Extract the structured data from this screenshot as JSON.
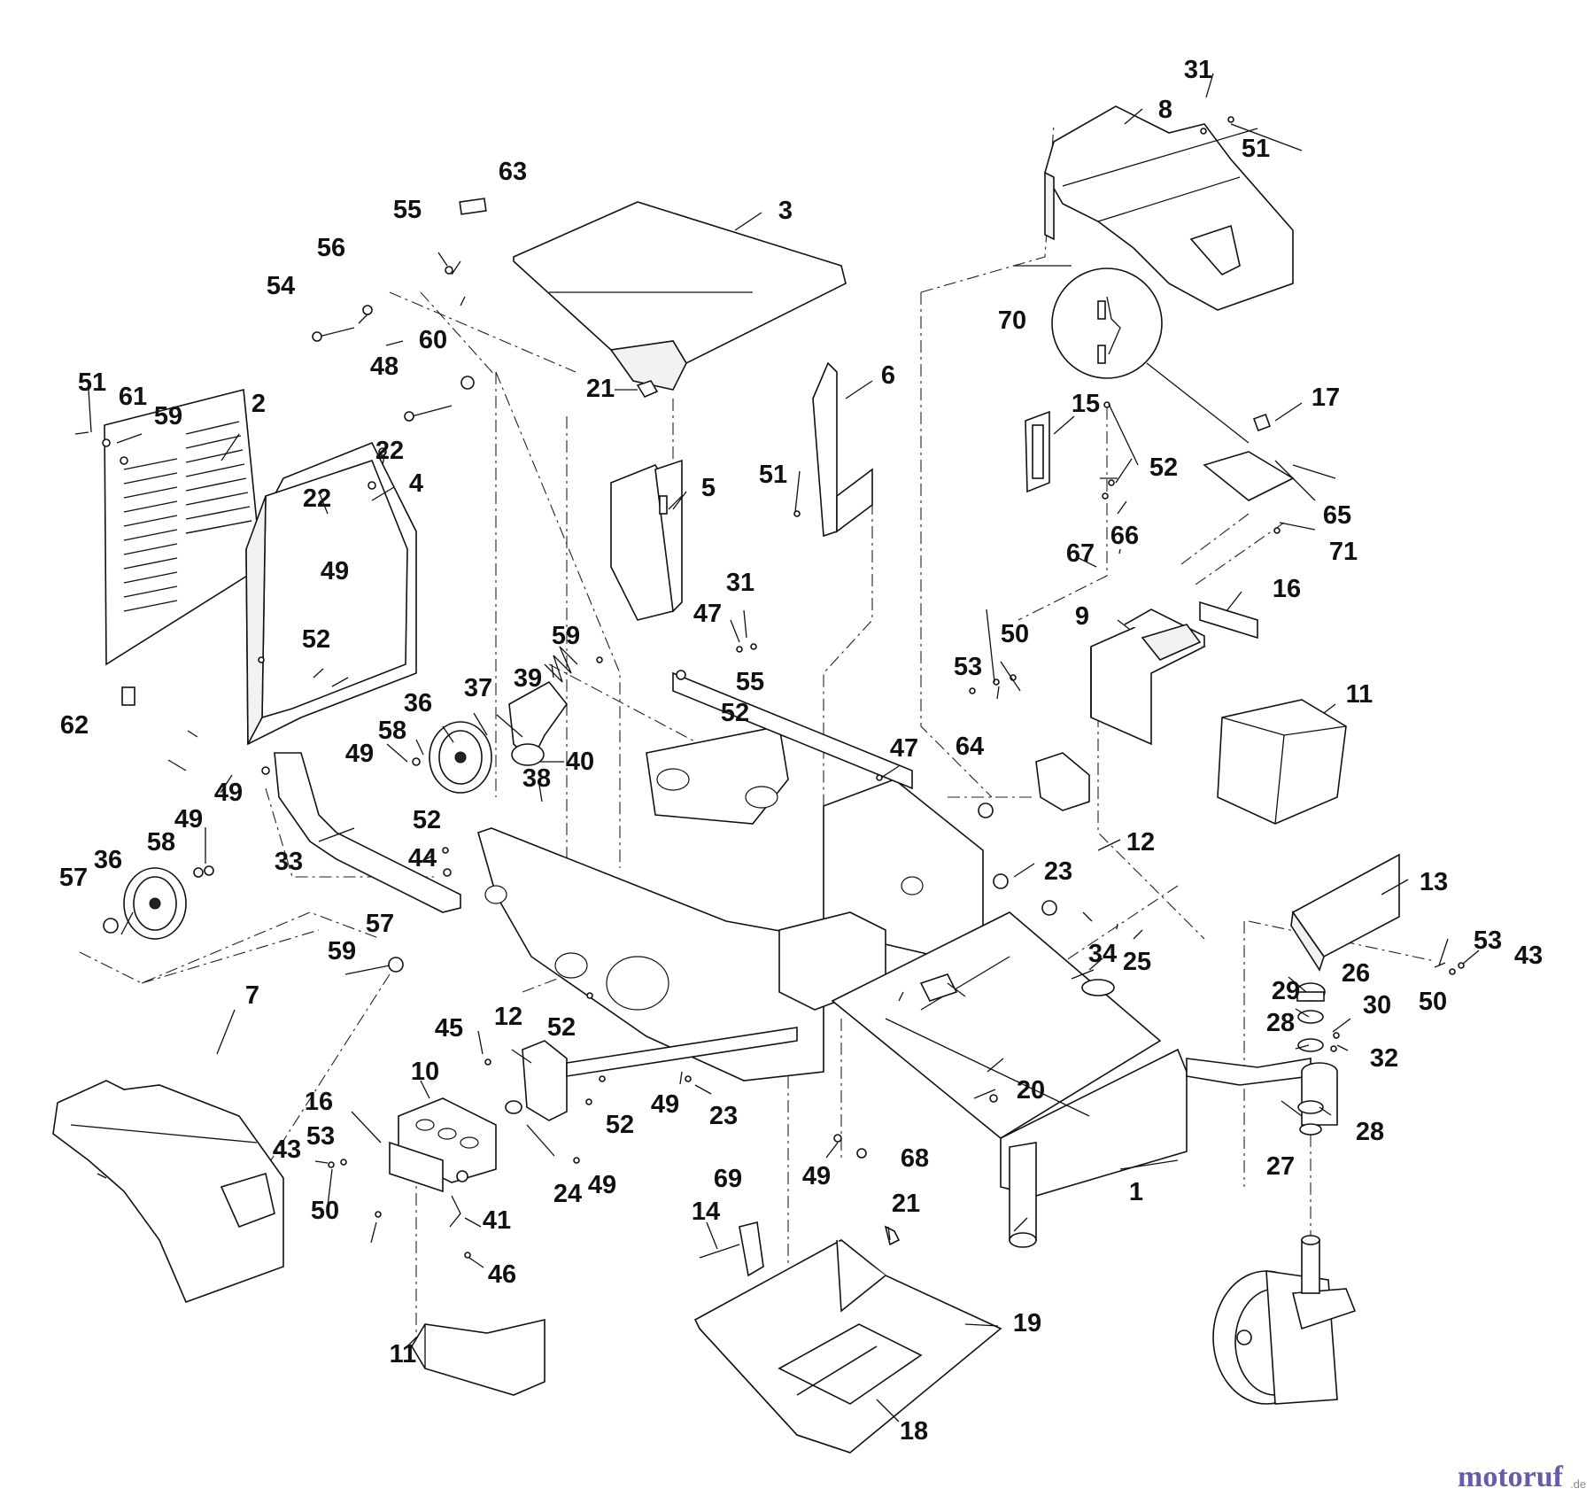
{
  "diagram": {
    "callouts": [
      "1",
      "2",
      "3",
      "4",
      "5",
      "6",
      "7",
      "8",
      "9",
      "10",
      "11",
      "11",
      "12",
      "12",
      "13",
      "14",
      "15",
      "16",
      "16",
      "17",
      "18",
      "19",
      "20",
      "21",
      "21",
      "22",
      "22",
      "23",
      "23",
      "23",
      "24",
      "25",
      "26",
      "27",
      "28",
      "28",
      "29",
      "30",
      "31",
      "31",
      "32",
      "33",
      "34",
      "36",
      "36",
      "37",
      "38",
      "39",
      "40",
      "41",
      "43",
      "43",
      "44",
      "45",
      "46",
      "47",
      "47",
      "48",
      "49",
      "49",
      "49",
      "49",
      "49",
      "49",
      "49",
      "50",
      "50",
      "50",
      "51",
      "51",
      "51",
      "52",
      "52",
      "52",
      "52",
      "52",
      "52",
      "53",
      "53",
      "53",
      "54",
      "55",
      "55",
      "56",
      "57",
      "57",
      "58",
      "58",
      "59",
      "59",
      "59",
      "60",
      "61",
      "62",
      "63",
      "64",
      "65",
      "66",
      "67",
      "68",
      "69",
      "70",
      "71"
    ]
  },
  "watermark": {
    "brand": "motoruf",
    "suffix": ".de",
    "brand_color": "#6a5aa8",
    "dot_color": "#d94f1e"
  }
}
